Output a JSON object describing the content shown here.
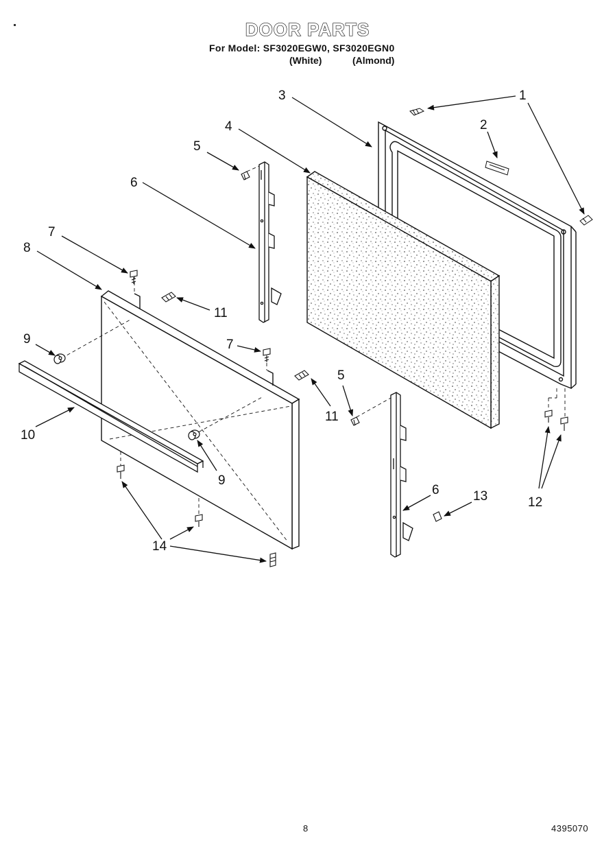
{
  "header": {
    "title": "DOOR PARTS",
    "subtitle": "For Model: SF3020EGW0, SF3020EGN0",
    "variant_white": "(White)",
    "variant_almond": "(Almond)"
  },
  "callouts": [
    "1",
    "2",
    "3",
    "4",
    "5",
    "6",
    "7",
    "8",
    "9",
    "10",
    "11",
    "12",
    "13",
    "14"
  ],
  "footer": {
    "page_number": "8",
    "document_number": "4395070"
  }
}
